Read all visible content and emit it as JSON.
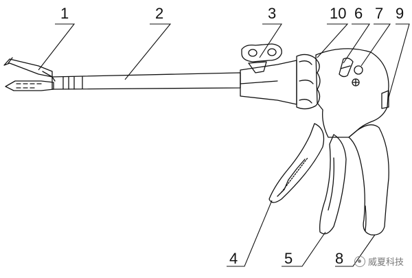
{
  "callouts": [
    {
      "id": "1",
      "label": "1"
    },
    {
      "id": "2",
      "label": "2"
    },
    {
      "id": "3",
      "label": "3"
    },
    {
      "id": "10",
      "label": "10"
    },
    {
      "id": "6",
      "label": "6"
    },
    {
      "id": "7",
      "label": "7"
    },
    {
      "id": "9",
      "label": "9"
    },
    {
      "id": "4",
      "label": "4"
    },
    {
      "id": "5",
      "label": "5"
    },
    {
      "id": "8",
      "label": "8"
    }
  ],
  "watermark": {
    "text": "威夏科技",
    "icon": "logo-icon"
  },
  "colors": {
    "ink": "#111111",
    "background": "#ffffff"
  }
}
